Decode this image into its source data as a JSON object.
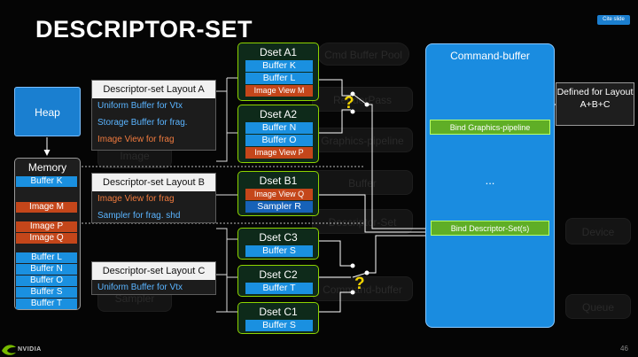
{
  "title": "DESCRIPTOR-SET",
  "cite_badge": "Cite slide",
  "heap": {
    "label": "Heap"
  },
  "memory": {
    "label": "Memory",
    "rows": [
      {
        "text": "Buffer K",
        "kind": "buffer"
      },
      {
        "text": "Image M",
        "kind": "image"
      },
      {
        "text": "Image P",
        "kind": "image"
      },
      {
        "text": "Image Q",
        "kind": "image"
      },
      {
        "text": "Buffer L",
        "kind": "buffer"
      },
      {
        "text": "Buffer N",
        "kind": "buffer"
      },
      {
        "text": "Buffer O",
        "kind": "buffer"
      },
      {
        "text": "Buffer S",
        "kind": "buffer"
      },
      {
        "text": "Buffer T",
        "kind": "buffer"
      }
    ]
  },
  "layouts": [
    {
      "name": "Descriptor-set Layout A",
      "rows": [
        {
          "text": "Uniform Buffer for Vtx",
          "kind": "buffer"
        },
        {
          "text": "Storage Buffer for frag.",
          "kind": "buffer"
        },
        {
          "text": "Image View for frag",
          "kind": "image"
        }
      ]
    },
    {
      "name": "Descriptor-set Layout B",
      "rows": [
        {
          "text": "Image View for frag",
          "kind": "image"
        },
        {
          "text": "Sampler for frag. shd",
          "kind": "buffer"
        }
      ]
    },
    {
      "name": "Descriptor-set Layout C",
      "rows": [
        {
          "text": "Uniform Buffer for Vtx",
          "kind": "buffer"
        }
      ]
    }
  ],
  "dsets": [
    {
      "name": "Dset A1",
      "items": [
        {
          "text": "Buffer K",
          "kind": "buffer"
        },
        {
          "text": "Buffer L",
          "kind": "buffer"
        },
        {
          "text": "Image View M",
          "kind": "image"
        }
      ]
    },
    {
      "name": "Dset A2",
      "items": [
        {
          "text": "Buffer N",
          "kind": "buffer"
        },
        {
          "text": "Buffer O",
          "kind": "buffer"
        },
        {
          "text": "Image View P",
          "kind": "image"
        }
      ]
    },
    {
      "name": "Dset B1",
      "items": [
        {
          "text": "Image View Q",
          "kind": "image"
        },
        {
          "text": "Sampler R",
          "kind": "sampler"
        }
      ]
    },
    {
      "name": "Dset C3",
      "items": [
        {
          "text": "Buffer S",
          "kind": "buffer"
        }
      ]
    },
    {
      "name": "Dset C2",
      "items": [
        {
          "text": "Buffer T",
          "kind": "buffer"
        }
      ]
    },
    {
      "name": "Dset C1",
      "items": [
        {
          "text": "Buffer S",
          "kind": "buffer"
        }
      ]
    }
  ],
  "command_buffer": {
    "label": "Command-buffer",
    "bind_pipeline": "Bind Graphics-pipeline",
    "ellipsis": "...",
    "bind_descriptor": "Bind Descriptor-Set(s)"
  },
  "defined_for": "Defined for Layout A+B+C",
  "question_mark": "?",
  "background_labels": {
    "cmd_buffer_pool": "Cmd Buffer Pool",
    "render_pass": "RenderPass",
    "graphics_pipeline": "Graphics-pipeline",
    "buffer": "Buffer",
    "descriptor_set": "Descriptor-Set",
    "image": "Image",
    "device": "Device",
    "queue": "Queue",
    "sampler": "Sampler",
    "command_buffer": "Command-buffer"
  },
  "footer": {
    "brand": "NVIDIA",
    "page": "46"
  },
  "colors": {
    "buffer_blue": "#1a90e0",
    "image_orange": "#c4461a",
    "dset_green_border": "#8dd400",
    "cmd_blue": "#1a8ce0",
    "bind_green": "#5fae26",
    "question_yellow": "#f3d400"
  }
}
